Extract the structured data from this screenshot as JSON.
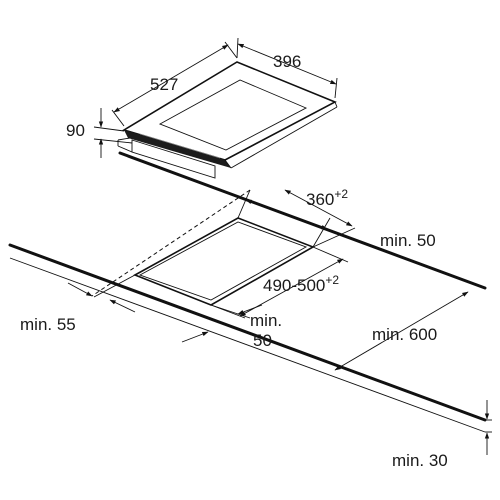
{
  "labels": {
    "hob_depth": "527",
    "hob_width": "396",
    "hob_height": "90",
    "cutout_width": "360",
    "cutout_width_tol": "+2",
    "cutout_depth": "490-500",
    "cutout_depth_tol": "+2",
    "rear_clearance": "min. 50",
    "side_clearance": "min. 55",
    "front_clearance_a": "min.",
    "front_clearance_b": "50",
    "side_clearance_right": "min. 600",
    "worktop_thickness": "min. 30"
  }
}
